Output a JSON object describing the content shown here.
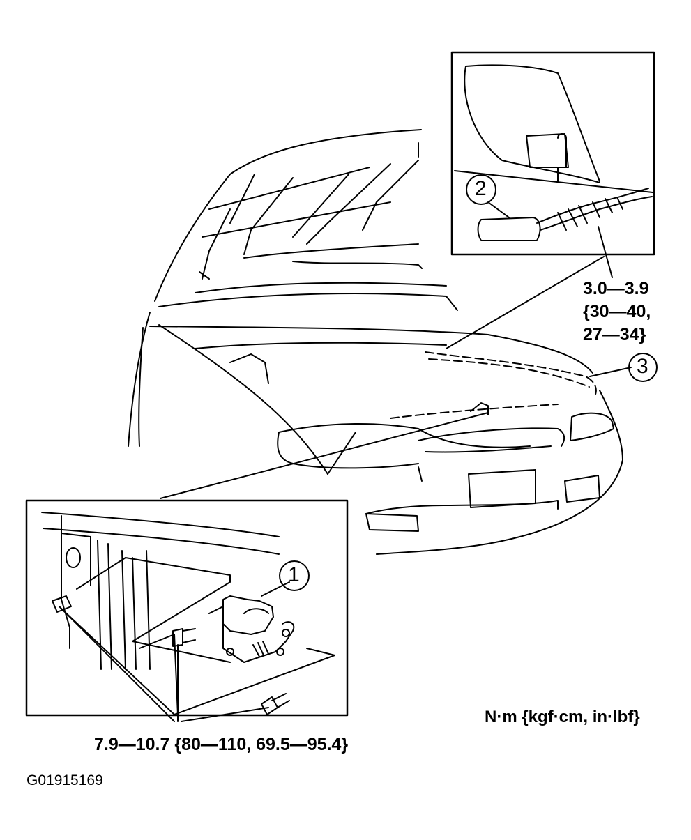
{
  "callouts": [
    {
      "id": "1",
      "label": "1"
    },
    {
      "id": "2",
      "label": "2"
    },
    {
      "id": "3",
      "label": "3"
    }
  ],
  "torque": {
    "cable_line1": "3.0—3.9",
    "cable_line2": "{30—40,",
    "cable_line3": "27—34}",
    "latch_bolts": "7.9—10.7 {80—110, 69.5—95.4}"
  },
  "units_note": "N·m {kgf·cm, in·lbf}",
  "figure_code": "G01915169",
  "colors": {
    "ink": "#000000",
    "paper": "#ffffff"
  }
}
